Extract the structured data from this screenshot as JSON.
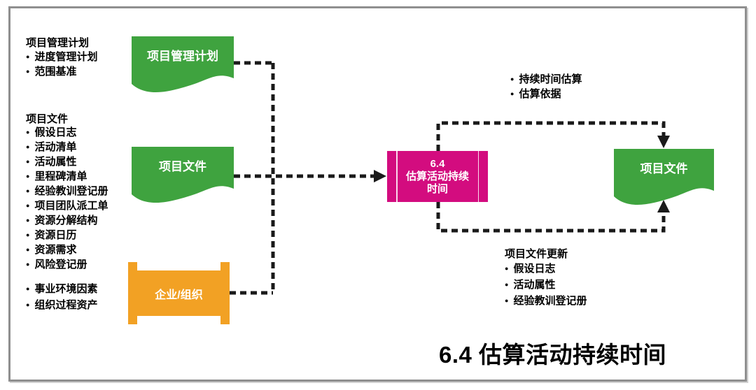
{
  "page_title": "6.4 估算活动持续时间",
  "colors": {
    "green": "#3FA33F",
    "orange": "#F2A124",
    "magenta": "#D30C7F",
    "line": "#1A1A1A",
    "frame": "#8F8F8F"
  },
  "inputs": {
    "project_management_plan": {
      "heading": "项目管理计划",
      "items": [
        "进度管理计划",
        "范围基准"
      ]
    },
    "project_documents": {
      "heading": "项目文件",
      "items": [
        "假设日志",
        "活动清单",
        "活动属性",
        "里程碑清单",
        "经验教训登记册",
        "项目团队派工单",
        "资源分解结构",
        "资源日历",
        "资源需求",
        "风险登记册"
      ]
    },
    "enterprise_factors": {
      "items": [
        "事业环境因素",
        "组织过程资产"
      ]
    }
  },
  "shapes": {
    "plan_document": {
      "label": "项目管理计划"
    },
    "documents_left": {
      "label": "项目文件"
    },
    "enterprise": {
      "label": "企业/组织"
    },
    "process": {
      "number": "6.4",
      "title_line1": "估算活动持续",
      "title_line2": "时间"
    },
    "documents_right": {
      "label": "项目文件"
    }
  },
  "outputs": {
    "results": {
      "items": [
        "持续时间估算",
        "估算依据"
      ]
    },
    "updates": {
      "heading": "项目文件更新",
      "items": [
        "假设日志",
        "活动属性",
        "经验教训登记册"
      ]
    }
  }
}
